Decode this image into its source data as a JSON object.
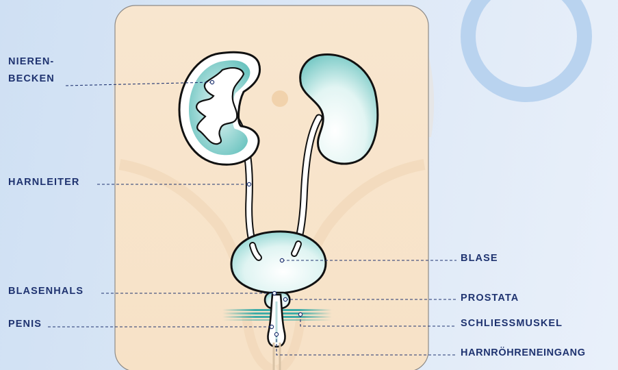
{
  "labels": {
    "nierenbecken_line1": "NIEREN-",
    "nierenbecken_line2": "BECKEN",
    "harnleiter": "HARNLEITER",
    "blasenhals": "BLASENHALS",
    "penis": "PENIS",
    "blase": "BLASE",
    "prostata": "PROSTATA",
    "schliessmuskel": "SCHLIESSMUSKEL",
    "harnroehreneingang": "HARNRÖHRENEINGANG"
  },
  "colors": {
    "label_text": "#1f3370",
    "leader_line": "#1f3370",
    "background": "#dbe7f6",
    "skin_panel": "#f8e7d0",
    "organ_fill": "#c9ecea",
    "organ_accent": "#52b9b5",
    "ring": "#b8d2ee"
  },
  "icons": [
    "kidney-left",
    "kidney-right",
    "bladder",
    "ureter",
    "urethra",
    "prostate",
    "sphincter"
  ]
}
